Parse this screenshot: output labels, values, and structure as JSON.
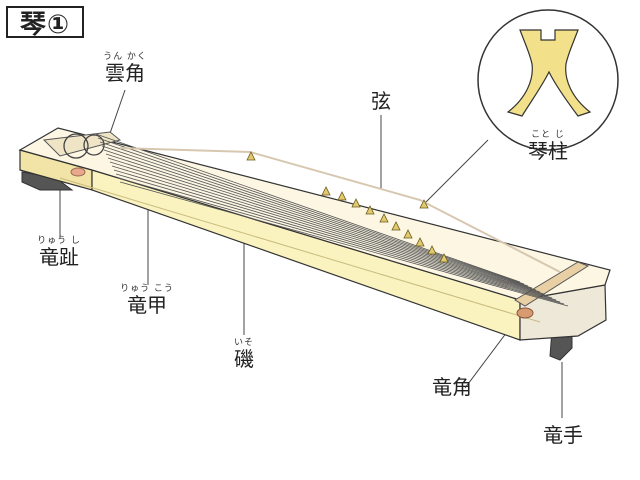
{
  "title": "琴①",
  "labels": {
    "unkaku": {
      "ruby": "うん かく",
      "text": "雲角"
    },
    "gen": {
      "ruby": "",
      "text": "弦"
    },
    "kotoji": {
      "ruby": "こと じ",
      "text": "琴柱"
    },
    "ryushi": {
      "ruby": "りゅう し",
      "text": "竜趾"
    },
    "ryuko": {
      "ruby": "りゅう こう",
      "text": "竜甲"
    },
    "iso": {
      "ruby": "いそ",
      "text": "磯"
    },
    "ryukaku": {
      "ruby": "",
      "text": "竜角"
    },
    "ryushu": {
      "ruby": "",
      "text": "竜手"
    }
  },
  "colors": {
    "side": "#faf2bf",
    "top": "#fcf6e3",
    "bridge": "#e0c96e",
    "edge": "#333333"
  }
}
